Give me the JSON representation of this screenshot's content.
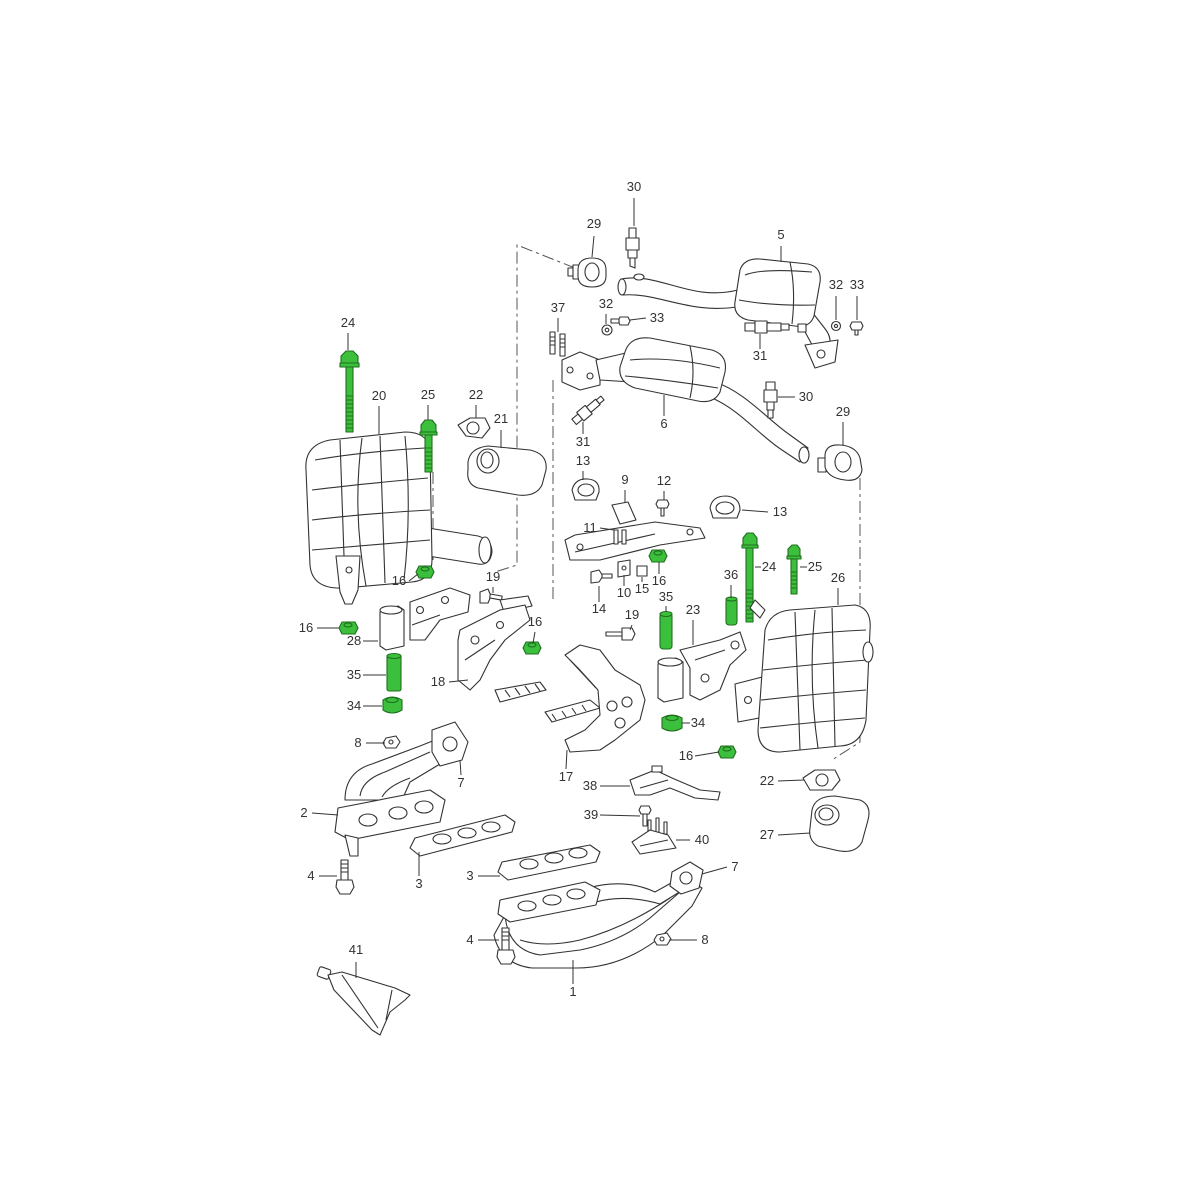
{
  "labels": [
    "30",
    "29",
    "5",
    "32",
    "33",
    "37",
    "32",
    "33",
    "24",
    "31",
    "30",
    "25",
    "22",
    "20",
    "21",
    "6",
    "29",
    "31",
    "13",
    "9",
    "12",
    "13",
    "11",
    "16",
    "19",
    "24",
    "36",
    "25",
    "26",
    "16",
    "10",
    "15",
    "14",
    "16",
    "16",
    "19",
    "35",
    "23",
    "28",
    "35",
    "18",
    "34",
    "34",
    "8",
    "7",
    "16",
    "17",
    "22",
    "38",
    "2",
    "39",
    "40",
    "27",
    "7",
    "4",
    "3",
    "3",
    "4",
    "8",
    "1",
    "41"
  ],
  "colors": {
    "highlight": "#3cbf3c",
    "line": "#333333",
    "background": "#ffffff"
  }
}
